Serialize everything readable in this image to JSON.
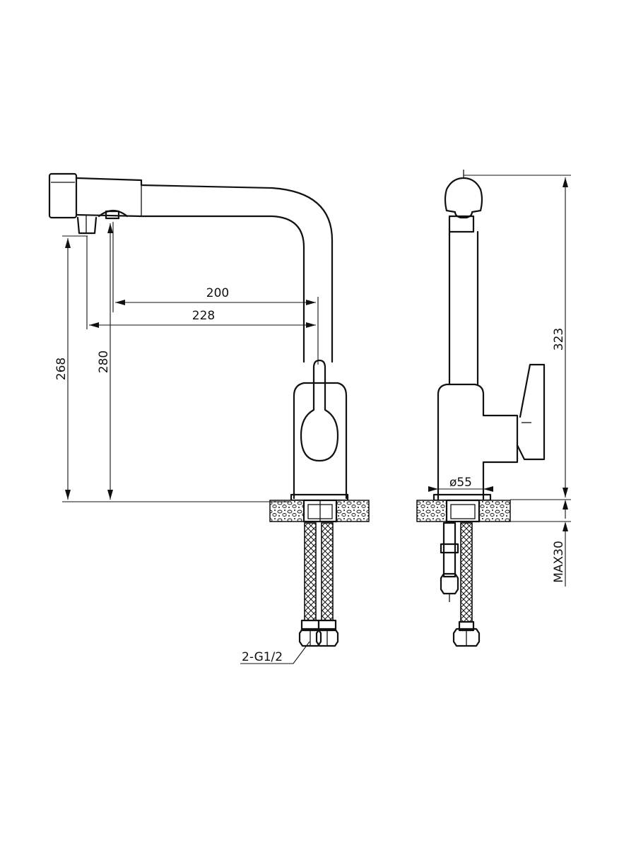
{
  "dimensions": {
    "spout_reach_inner": "200",
    "spout_reach_outer": "228",
    "height_outlet": "268",
    "height_spout": "280",
    "total_height": "323",
    "base_diameter": "ø55",
    "max_counter_thickness": "MAX30",
    "connection_thread": "2-G1/2"
  },
  "colors": {
    "line": "#111111",
    "background": "#ffffff"
  }
}
